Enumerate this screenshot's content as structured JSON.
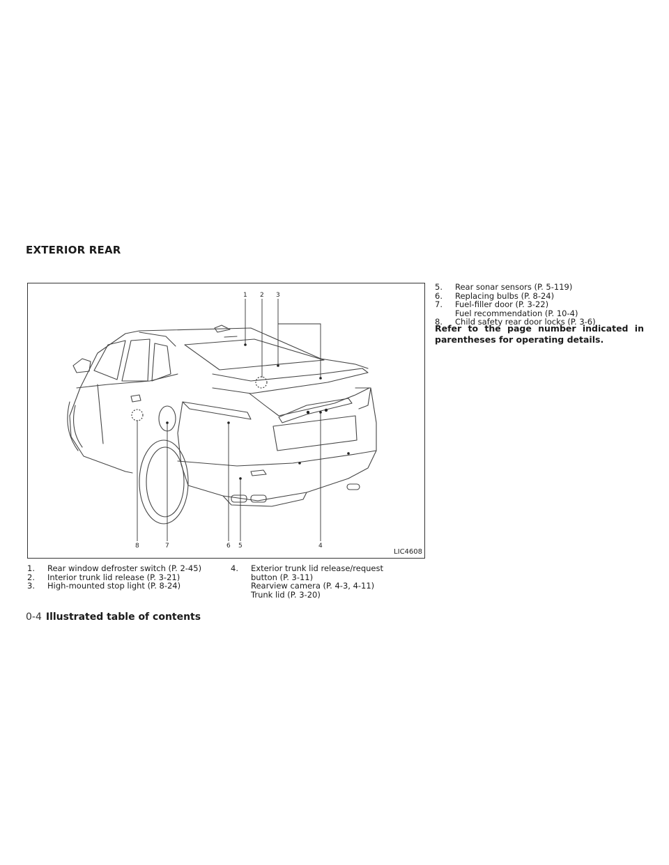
{
  "section": {
    "title": "EXTERIOR REAR"
  },
  "figure": {
    "code": "LIC4608",
    "callouts": [
      "1",
      "2",
      "3",
      "4",
      "5",
      "6",
      "7",
      "8"
    ]
  },
  "list_left": [
    {
      "num": "1.",
      "text": "Rear window defroster switch (P. 2-45)"
    },
    {
      "num": "2.",
      "text": "Interior trunk lid release (P. 3-21)"
    },
    {
      "num": "3.",
      "text": "High-mounted stop light (P. 8-24)"
    }
  ],
  "list_middle": [
    {
      "num": "4.",
      "text": "Exterior trunk lid release/request",
      "sub": [
        "button (P. 3-11)",
        "Rearview camera (P. 4-3, 4-11)",
        "Trunk lid (P. 3-20)"
      ]
    }
  ],
  "list_right": [
    {
      "num": "5.",
      "text": "Rear sonar sensors (P. 5-119)"
    },
    {
      "num": "6.",
      "text": "Replacing bulbs (P. 8-24)"
    },
    {
      "num": "7.",
      "text": "Fuel-filler door (P. 3-22)",
      "sub": [
        "Fuel recommendation (P. 10-4)"
      ]
    },
    {
      "num": "8.",
      "text": "Child safety rear door locks (P. 3-6)"
    }
  ],
  "note": "Refer to the page number indicated in parentheses for operating details.",
  "footer": {
    "page": "0-4",
    "title": "Illustrated table of contents"
  }
}
